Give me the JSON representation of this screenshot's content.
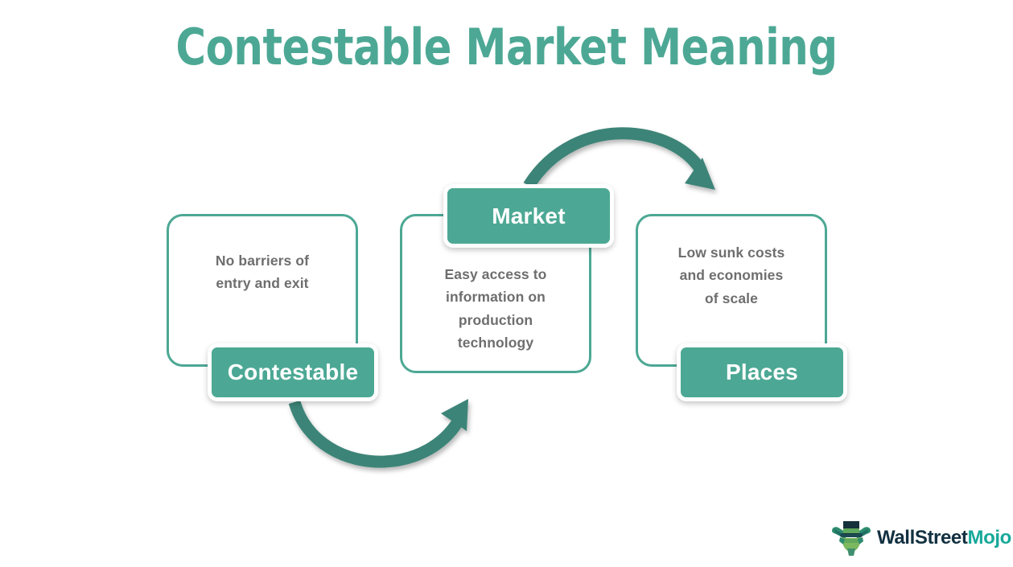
{
  "page": {
    "title": "Contestable Market Meaning",
    "background_color": "#ffffff",
    "accent_color": "#4CA894",
    "arrow_color": "#3D8478",
    "body_text_color": "#6E6E6E"
  },
  "cards": [
    {
      "id": "card-1",
      "body": "No barriers of\nentry and exit",
      "label": "Contestable",
      "label_position": "bottom"
    },
    {
      "id": "card-2",
      "body": "Easy access to\ninformation on\nproduction\ntechnology",
      "label": "Market",
      "label_position": "top"
    },
    {
      "id": "card-3",
      "body": "Low sunk costs\nand economies\nof scale",
      "label": "Places",
      "label_position": "bottom"
    }
  ],
  "arrows": [
    {
      "id": "arrow-bottom",
      "from": "Contestable",
      "to": "Market",
      "direction": "down-curve-right"
    },
    {
      "id": "arrow-top",
      "from": "Market",
      "to": "Places",
      "direction": "up-curve-right"
    }
  ],
  "logo": {
    "name_primary": "WallStreet",
    "name_secondary": "Mojo",
    "primary_color": "#123040",
    "secondary_color": "#17A99A",
    "mark": "bull-with-top-hat-icon"
  }
}
